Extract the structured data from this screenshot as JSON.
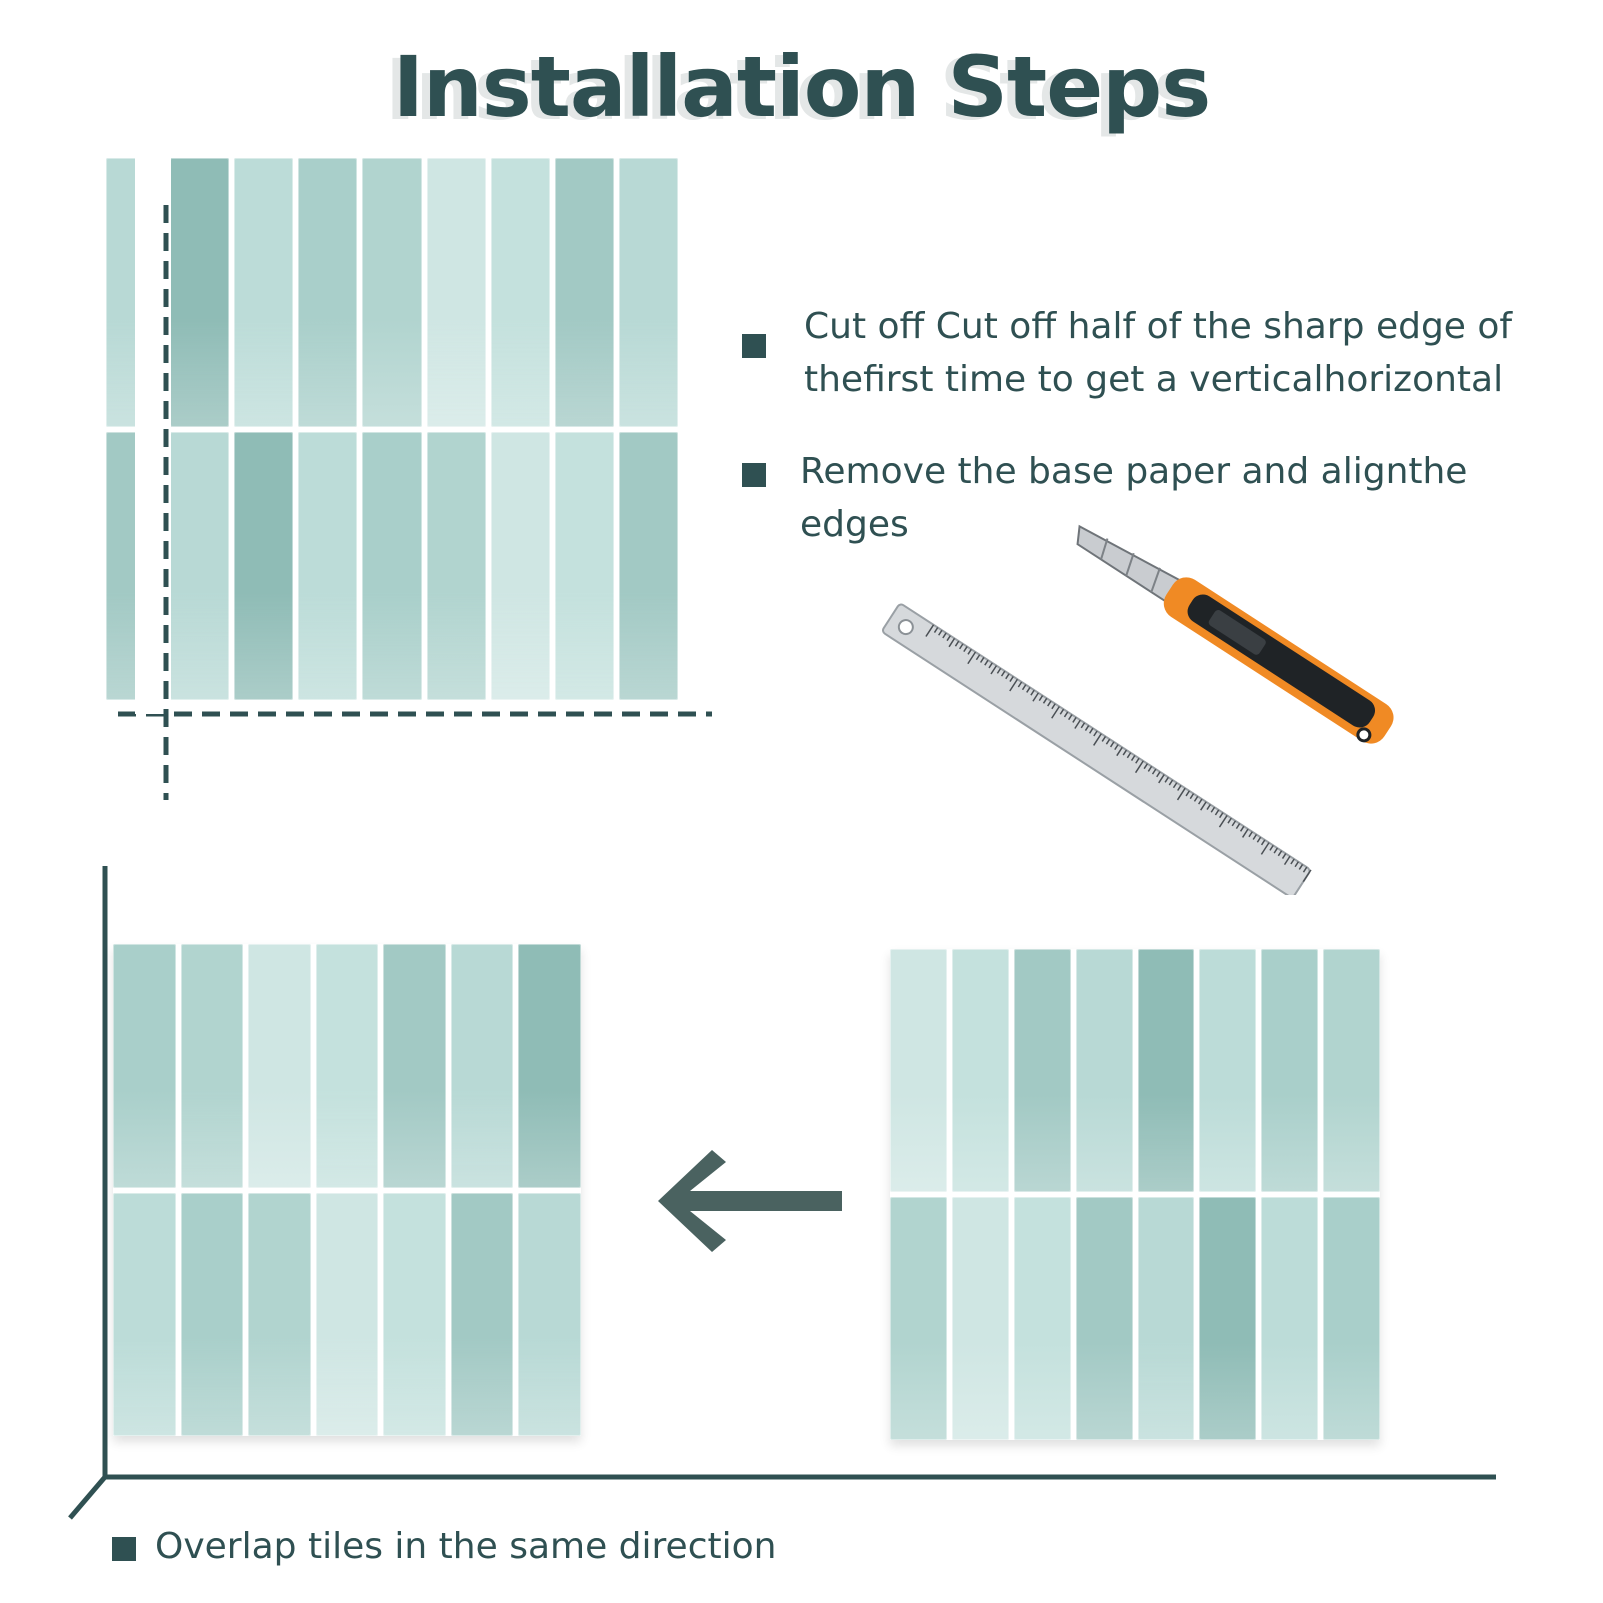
{
  "title": "Installation Steps",
  "steps": [
    {
      "text_line1": "Cut off Cut off half of the sharp edge of",
      "text_line2": "thefirst time to get a verticalhorizontal"
    },
    {
      "text_line1": "Remove the base paper and alignthe",
      "text_line2": "edges"
    },
    {
      "text": "Overlap tiles in the same direction"
    }
  ],
  "colors": {
    "accent": "#2f5052",
    "tile_light": "#c9e3e0",
    "tile_mid": "#9fc8c3",
    "tile_dark": "#7fb1ab",
    "knife_orange": "#f08a24"
  },
  "icons": {
    "ruler": "ruler-icon",
    "cutter": "utility-knife-icon",
    "arrow": "arrow-left-icon"
  }
}
